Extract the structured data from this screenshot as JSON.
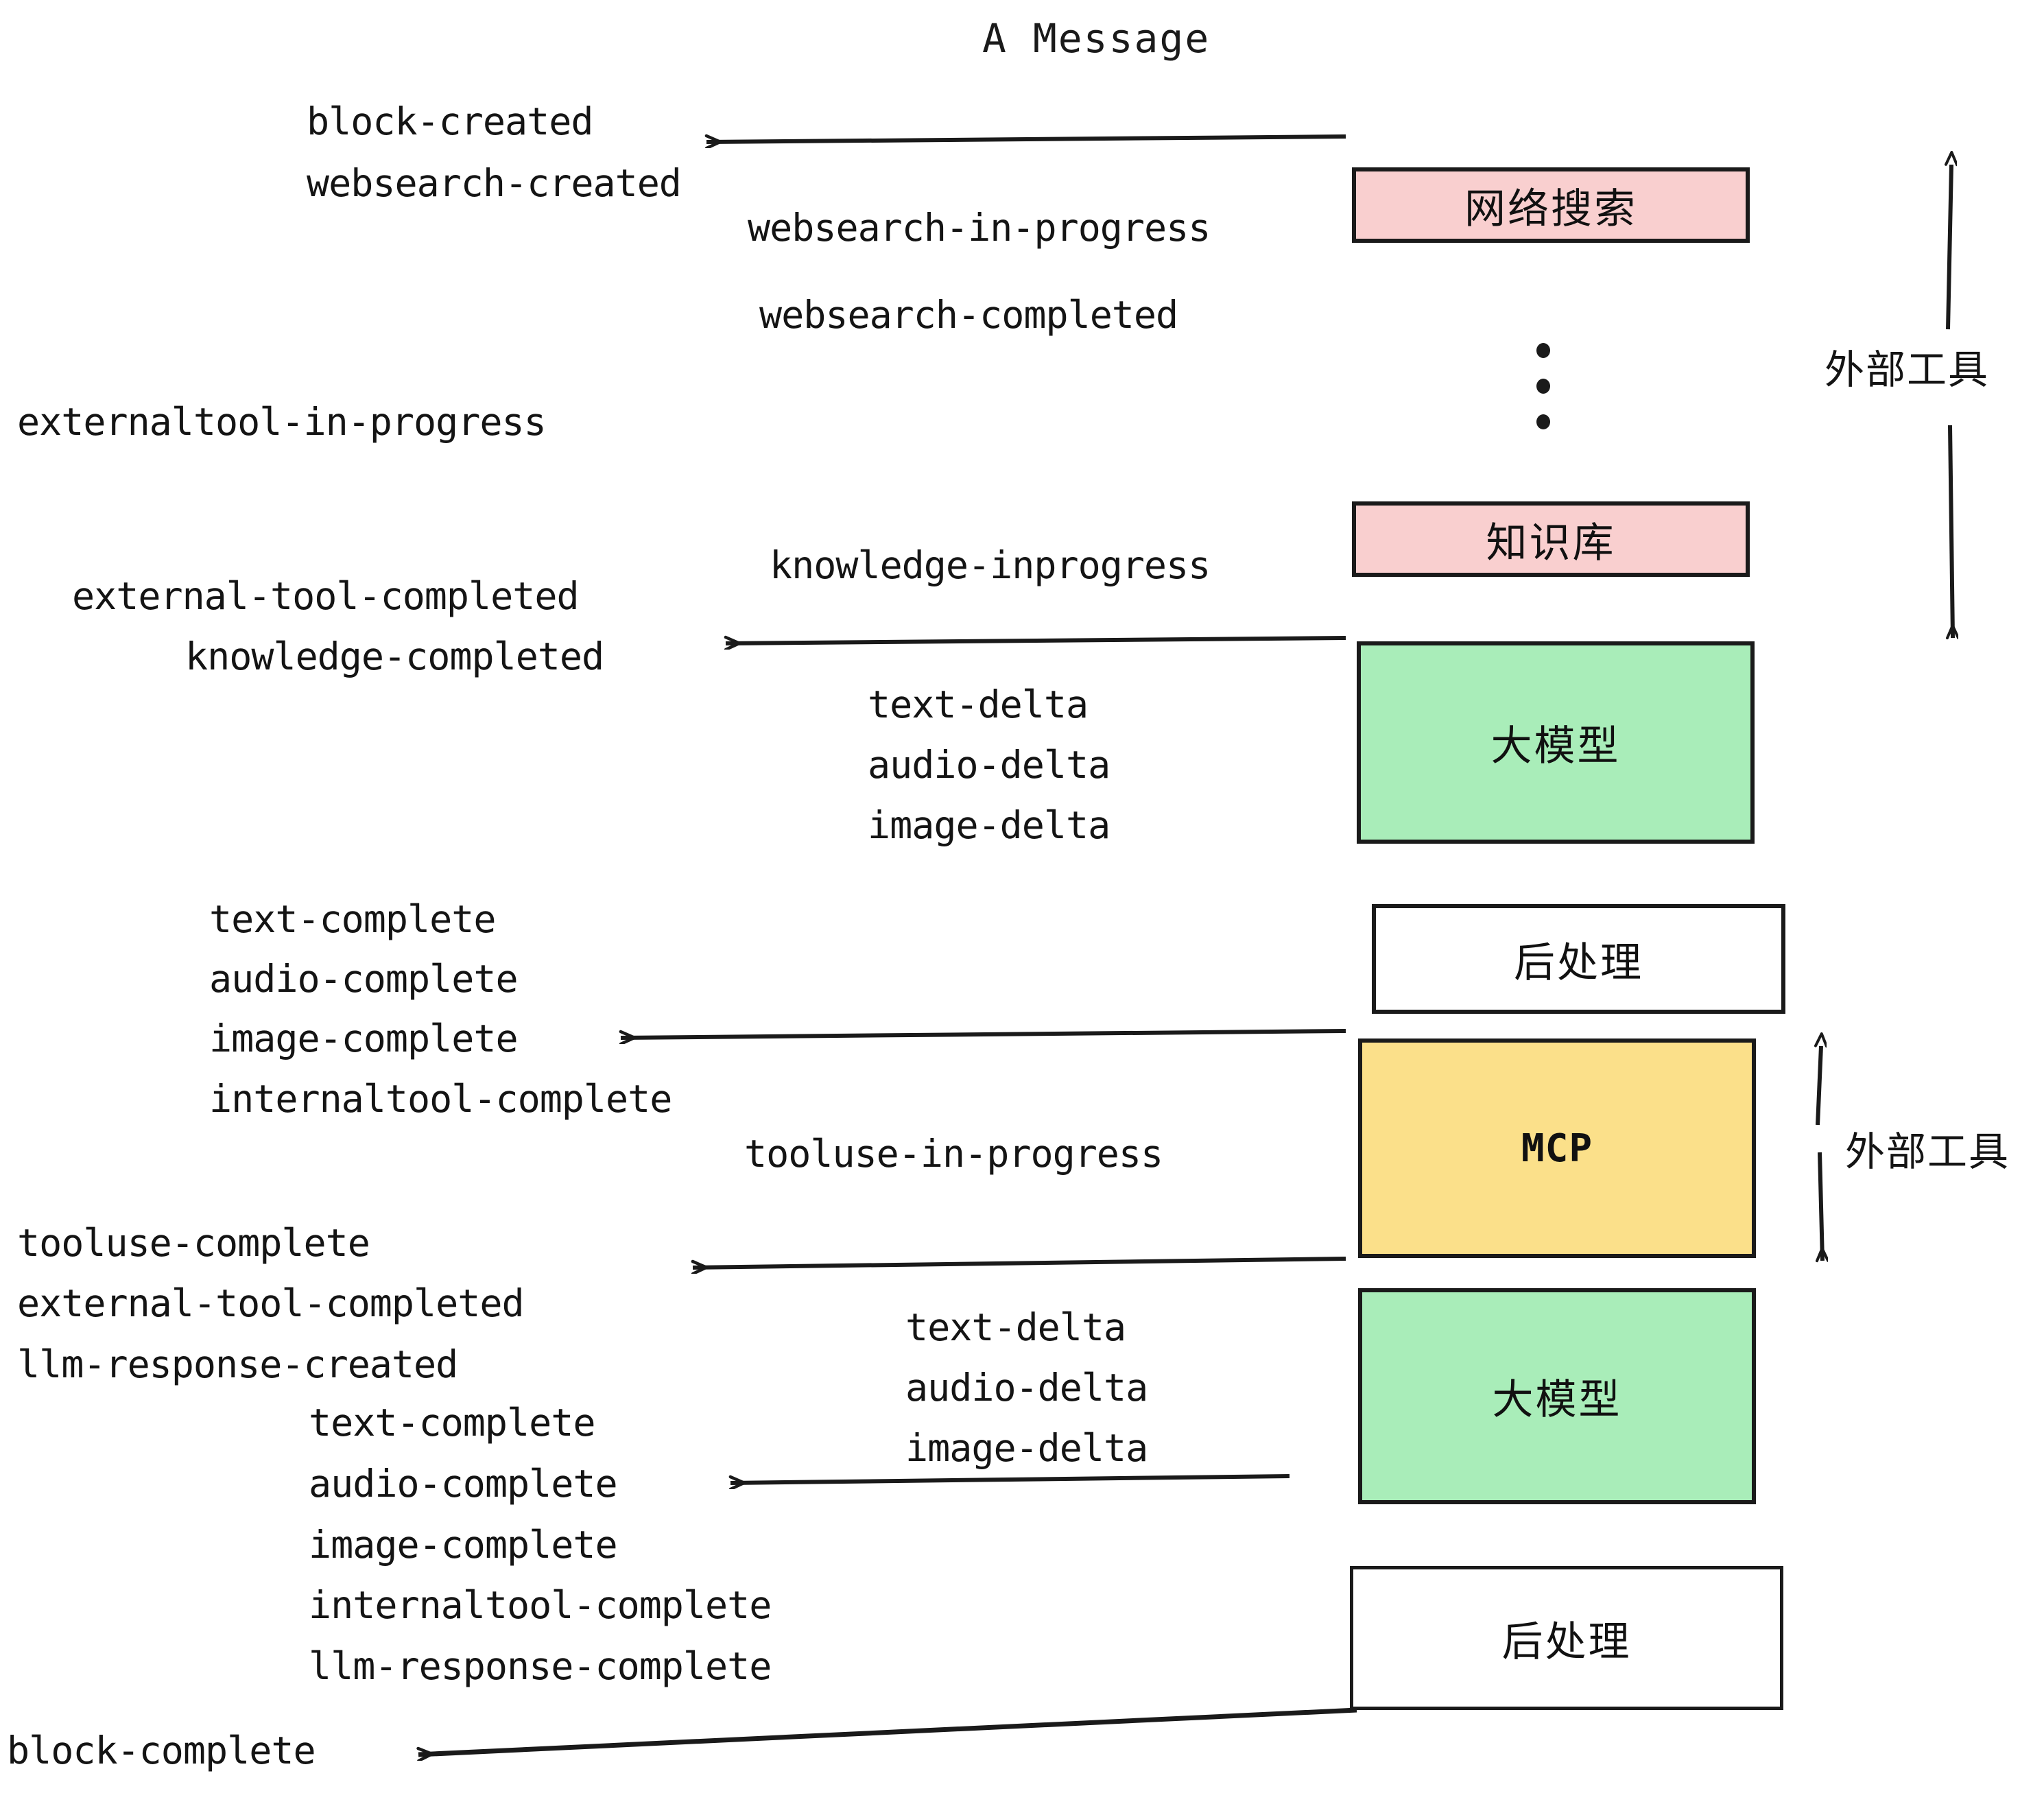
{
  "title": "A Message",
  "nodes": [
    {
      "id": "websearch",
      "label": "网络搜索",
      "kind": "cjk",
      "color": "#f9cfcf"
    },
    {
      "id": "knowledge",
      "label": "知识库",
      "kind": "cjk",
      "color": "#f9cfcf"
    },
    {
      "id": "llm1",
      "label": "大模型",
      "kind": "cjk",
      "color": "#a9edb9"
    },
    {
      "id": "postproc1",
      "label": "后处理",
      "kind": "cjk",
      "color": "#ffffff"
    },
    {
      "id": "mcp",
      "label": "MCP",
      "kind": "latin",
      "color": "#fbe08a"
    },
    {
      "id": "llm2",
      "label": "大模型",
      "kind": "cjk",
      "color": "#a9edb9"
    },
    {
      "id": "postproc2",
      "label": "后处理",
      "kind": "cjk",
      "color": "#ffffff"
    }
  ],
  "side_labels": [
    {
      "id": "external-tools-top",
      "text": "外部工具"
    },
    {
      "id": "external-tools-bottom",
      "text": "外部工具"
    }
  ],
  "events": [
    {
      "id": "block-created",
      "text": "block-created"
    },
    {
      "id": "websearch-created",
      "text": "websearch-created"
    },
    {
      "id": "websearch-in-progress",
      "text": "websearch-in-progress"
    },
    {
      "id": "websearch-completed",
      "text": "websearch-completed"
    },
    {
      "id": "externaltool-in-progress",
      "text": "externaltool-in-progress"
    },
    {
      "id": "knowledge-inprogress",
      "text": "knowledge-inprogress"
    },
    {
      "id": "external-tool-completed-1",
      "text": "external-tool-completed"
    },
    {
      "id": "knowledge-completed",
      "text": "knowledge-completed"
    },
    {
      "id": "text-delta-1",
      "text": "text-delta"
    },
    {
      "id": "audio-delta-1",
      "text": "audio-delta"
    },
    {
      "id": "image-delta-1",
      "text": "image-delta"
    },
    {
      "id": "text-complete-1",
      "text": "text-complete"
    },
    {
      "id": "audio-complete-1",
      "text": "audio-complete"
    },
    {
      "id": "image-complete-1",
      "text": "image-complete"
    },
    {
      "id": "internaltool-complete-1",
      "text": "internaltool-complete"
    },
    {
      "id": "tooluse-in-progress",
      "text": "tooluse-in-progress"
    },
    {
      "id": "tooluse-complete",
      "text": "tooluse-complete"
    },
    {
      "id": "external-tool-completed-2",
      "text": "external-tool-completed"
    },
    {
      "id": "llm-response-created",
      "text": "llm-response-created"
    },
    {
      "id": "text-delta-2",
      "text": "text-delta"
    },
    {
      "id": "audio-delta-2",
      "text": "audio-delta"
    },
    {
      "id": "image-delta-2",
      "text": "image-delta"
    },
    {
      "id": "text-complete-2",
      "text": "text-complete"
    },
    {
      "id": "audio-complete-2",
      "text": "audio-complete"
    },
    {
      "id": "image-complete-2",
      "text": "image-complete"
    },
    {
      "id": "internaltool-complete-2",
      "text": "internaltool-complete"
    },
    {
      "id": "llm-response-complete",
      "text": "llm-response-complete"
    },
    {
      "id": "block-complete",
      "text": "block-complete"
    }
  ],
  "colors": {
    "stroke": "#1a1a1a",
    "text": "#141414",
    "pink": "#f9cfcf",
    "green": "#a9edb9",
    "yellow": "#fbe08a",
    "white": "#ffffff",
    "background": "#ffffff"
  }
}
